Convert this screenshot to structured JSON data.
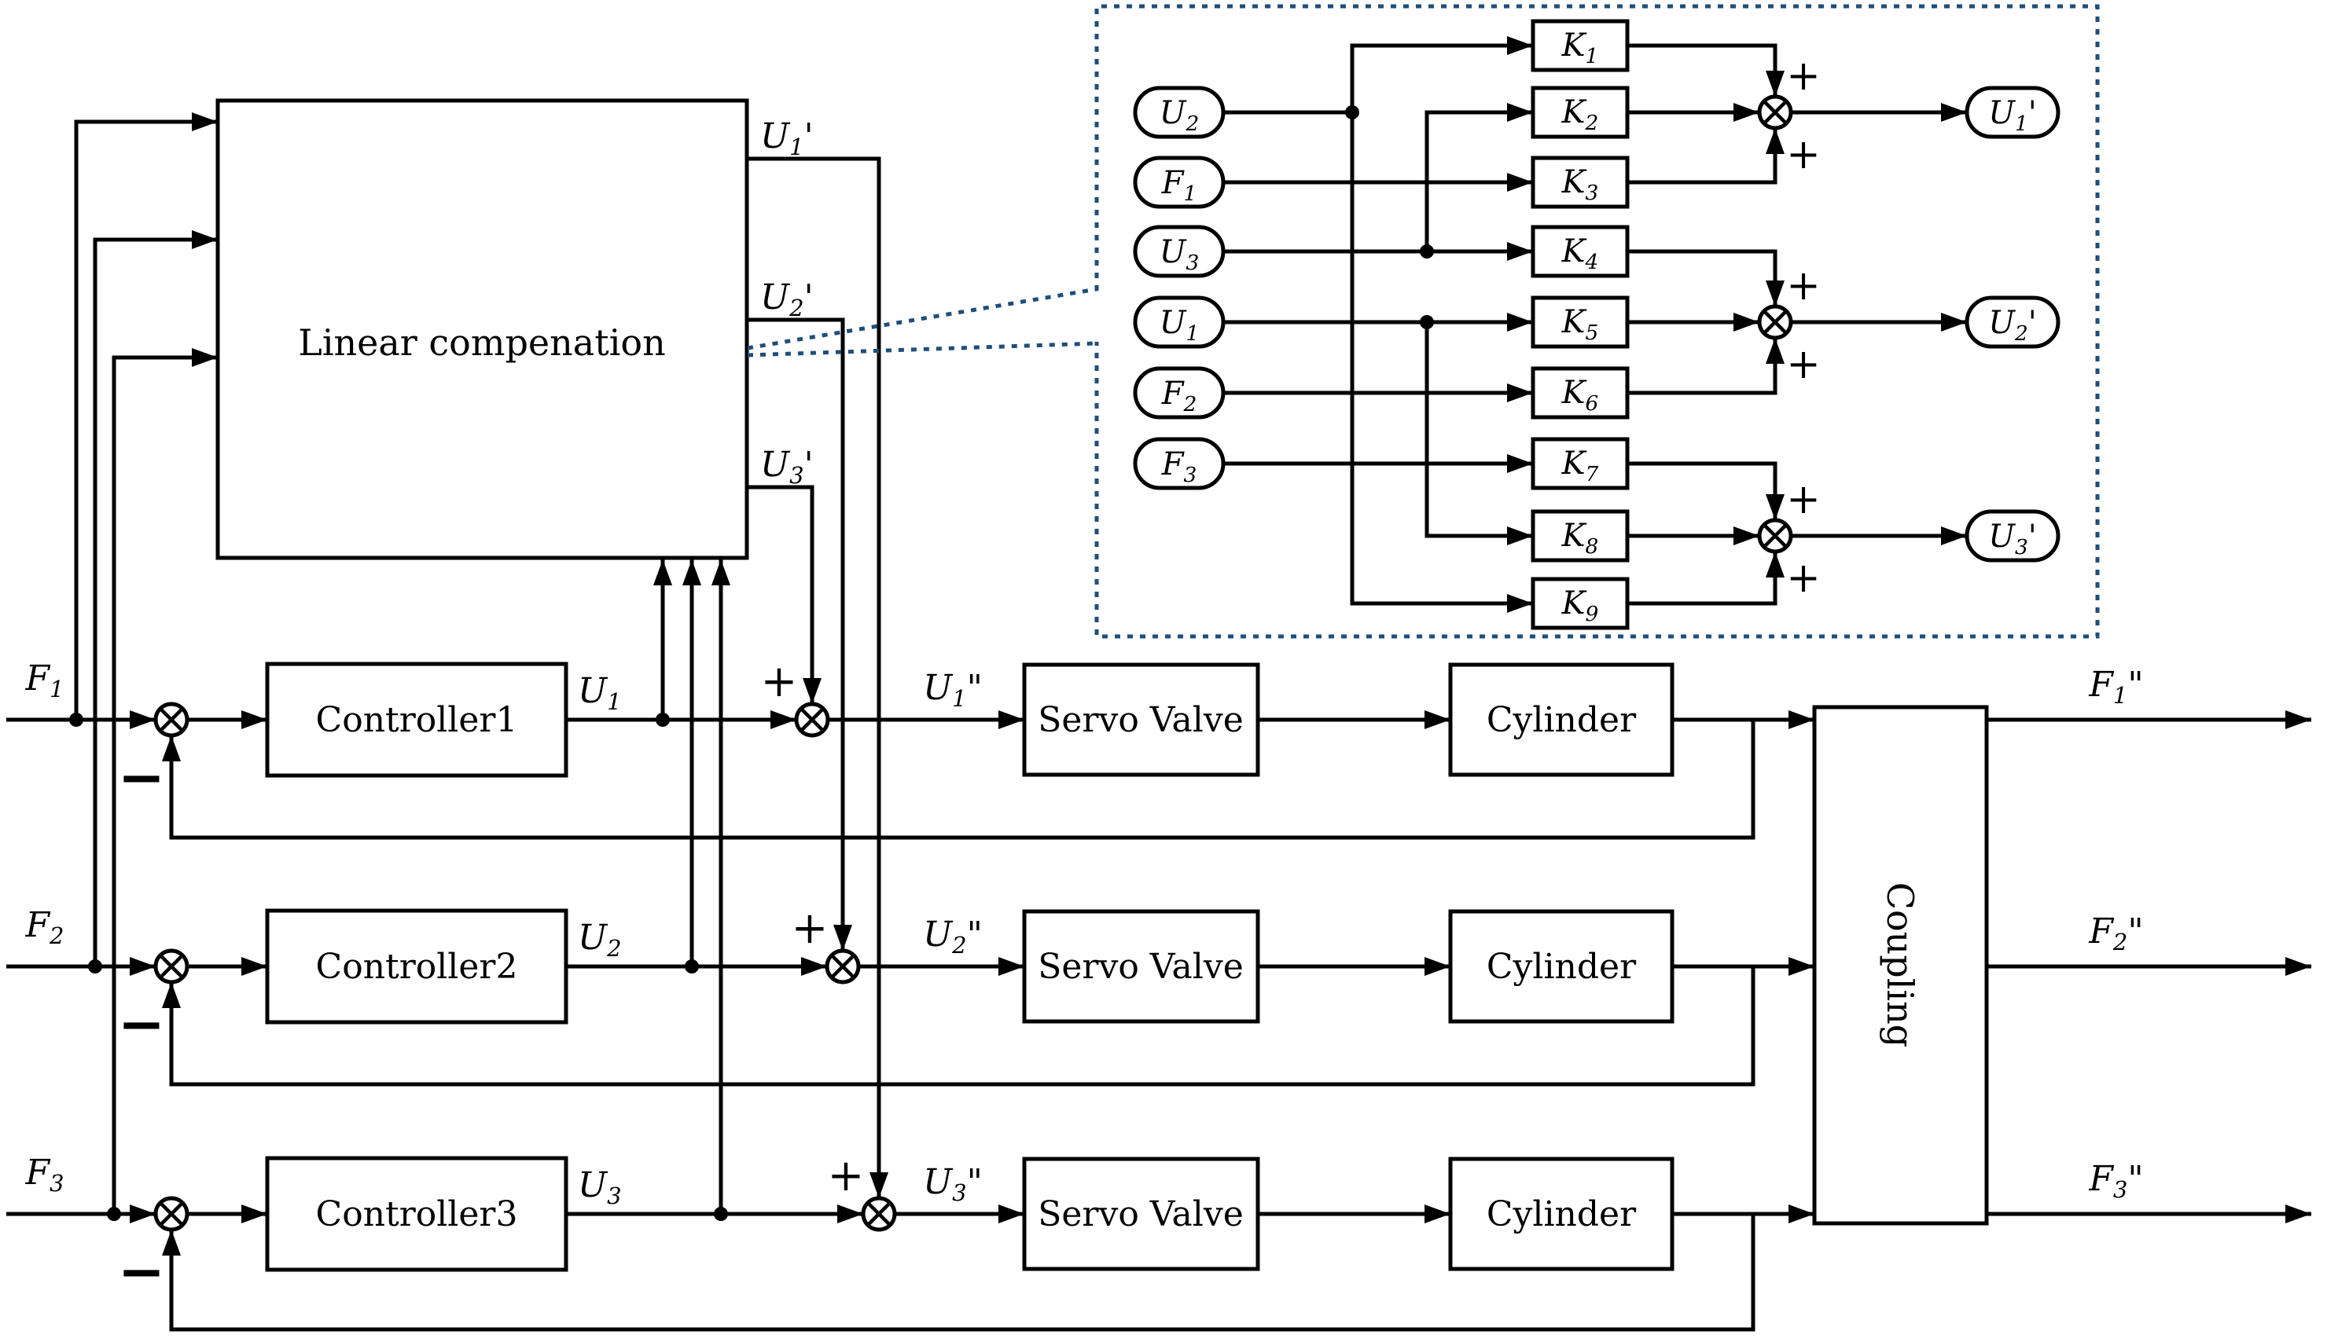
{
  "colors": {
    "compensation_green": "#6CCA22",
    "coupling_orange": "#FA6428",
    "inset_border_navy": "#1F4E79",
    "wire_black": "#000000",
    "background": "#FFFFFF"
  },
  "main": {
    "compensation_block_label": "Linear compenation",
    "coupling_block_label": "Coupling",
    "compensation_outputs": [
      {
        "b": "U",
        "s": "1",
        "p": "'"
      },
      {
        "b": "U",
        "s": "2",
        "p": "'"
      },
      {
        "b": "U",
        "s": "3",
        "p": "'"
      }
    ],
    "rows": [
      {
        "force_input": {
          "b": "F",
          "s": "1"
        },
        "controller_label": "Controller1",
        "control_signal": {
          "b": "U",
          "s": "1"
        },
        "sum_plus": "+",
        "error_minus": "−",
        "compensated_signal": {
          "b": "U",
          "s": "1",
          "p": "\""
        },
        "servo_valve_label": "Servo Valve",
        "cylinder_label": "Cylinder",
        "force_output": {
          "b": "F",
          "s": "1",
          "p": "\""
        }
      },
      {
        "force_input": {
          "b": "F",
          "s": "2"
        },
        "controller_label": "Controller2",
        "control_signal": {
          "b": "U",
          "s": "2"
        },
        "sum_plus": "+",
        "error_minus": "−",
        "compensated_signal": {
          "b": "U",
          "s": "2",
          "p": "\""
        },
        "servo_valve_label": "Servo Valve",
        "cylinder_label": "Cylinder",
        "force_output": {
          "b": "F",
          "s": "2",
          "p": "\""
        }
      },
      {
        "force_input": {
          "b": "F",
          "s": "3"
        },
        "controller_label": "Controller3",
        "control_signal": {
          "b": "U",
          "s": "3"
        },
        "sum_plus": "+",
        "error_minus": "−",
        "compensated_signal": {
          "b": "U",
          "s": "3",
          "p": "\""
        },
        "servo_valve_label": "Servo Valve",
        "cylinder_label": "Cylinder",
        "force_output": {
          "b": "F",
          "s": "3",
          "p": "\""
        }
      }
    ]
  },
  "inset": {
    "plus_sign": "+",
    "inputs": [
      {
        "b": "U",
        "s": "2"
      },
      {
        "b": "F",
        "s": "1"
      },
      {
        "b": "U",
        "s": "3"
      },
      {
        "b": "U",
        "s": "1"
      },
      {
        "b": "F",
        "s": "2"
      },
      {
        "b": "F",
        "s": "3"
      }
    ],
    "gains": [
      {
        "b": "K",
        "s": "1"
      },
      {
        "b": "K",
        "s": "2"
      },
      {
        "b": "K",
        "s": "3"
      },
      {
        "b": "K",
        "s": "4"
      },
      {
        "b": "K",
        "s": "5"
      },
      {
        "b": "K",
        "s": "6"
      },
      {
        "b": "K",
        "s": "7"
      },
      {
        "b": "K",
        "s": "8"
      },
      {
        "b": "K",
        "s": "9"
      }
    ],
    "outputs": [
      {
        "b": "U",
        "s": "1",
        "p": "'"
      },
      {
        "b": "U",
        "s": "2",
        "p": "'"
      },
      {
        "b": "U",
        "s": "3",
        "p": "'"
      }
    ]
  }
}
